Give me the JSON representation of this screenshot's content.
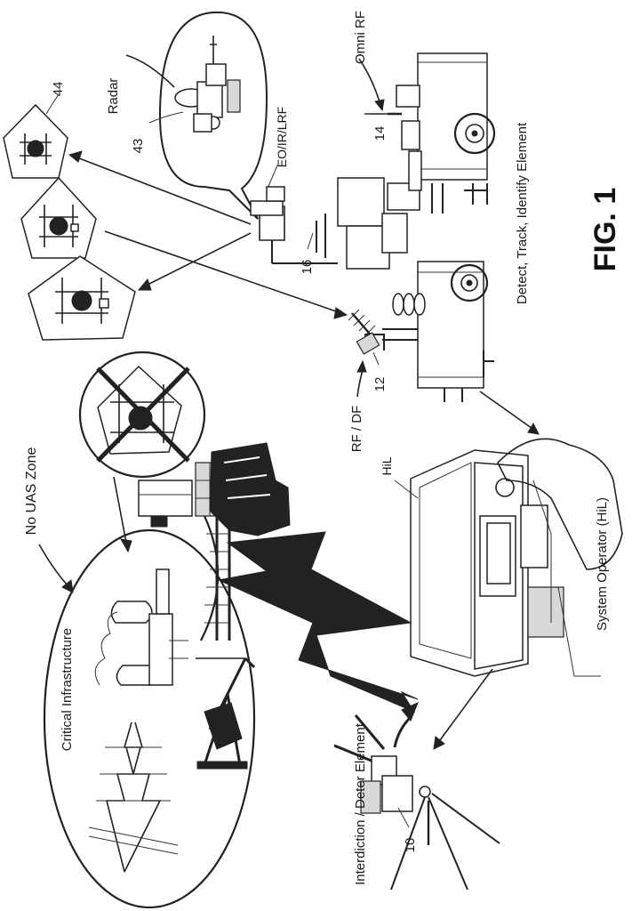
{
  "figure_label": "FIG. 1",
  "labels": {
    "no_uas_zone": "No UAS Zone",
    "critical_infrastructure": "Critical Infrastructure",
    "radar": "Radar",
    "eo_ir_lrf": "EO/IR/LRF",
    "omni_rf": "Omni RF",
    "rf_df": "RF / DF",
    "hil": "HiL",
    "detect_track_identify": "Detect, Track, Identify Element",
    "system_operator": "System Operator (HiL)",
    "interdiction": "Interdiction / Deter Element"
  },
  "reference_numbers": {
    "uas_44": "44",
    "sensor_43": "43",
    "omni_rf_14": "14",
    "mast_16": "16",
    "rf_df_12": "12",
    "interdiction_10": "10"
  }
}
